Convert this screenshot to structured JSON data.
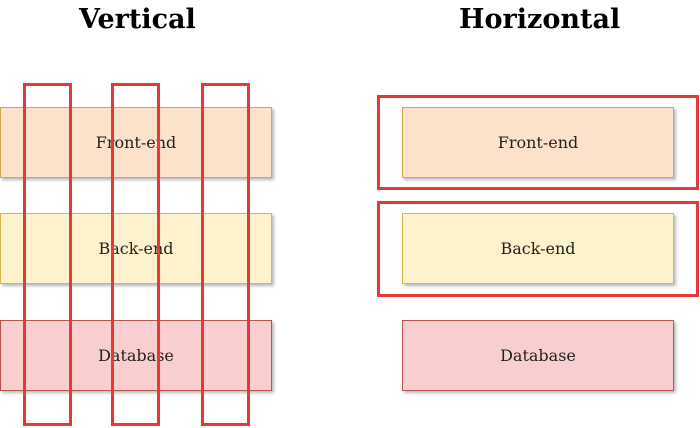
{
  "vertical": {
    "title": "Vertical",
    "layers": [
      "Front-end",
      "Back-end",
      "Database"
    ]
  },
  "horizontal": {
    "title": "Horizontal",
    "layers": [
      "Front-end",
      "Back-end",
      "Database"
    ]
  },
  "colors": {
    "frontend_fill": "#fde2cb",
    "frontend_border": "#d8a646",
    "backend_fill": "#fef2cc",
    "backend_border": "#d9b54c",
    "database_fill": "#f8cfce",
    "database_border": "#b85450",
    "highlight": "#e53935"
  }
}
